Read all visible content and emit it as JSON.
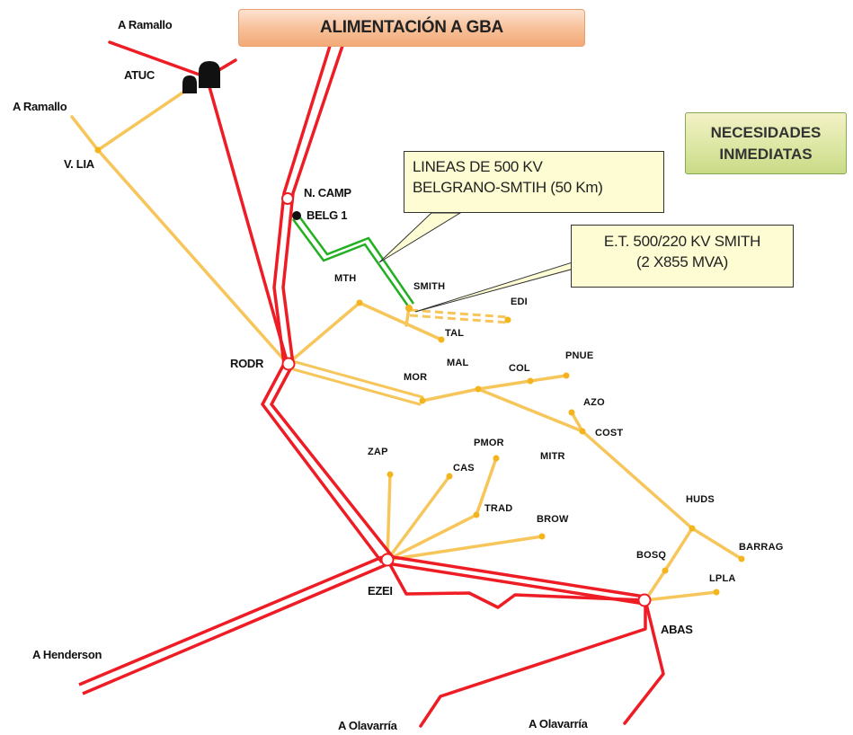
{
  "title": "ALIMENTACIÓN A GBA",
  "needs_box": {
    "line1": "NECESIDADES",
    "line2": "INMEDIATAS"
  },
  "callouts": {
    "lineas": {
      "line1": "LINEAS DE 500 KV",
      "line2": "BELGRANO-SMTIH (50 Km)"
    },
    "et": {
      "line1": "E.T. 500/220 KV SMITH",
      "line2": "(2 X855 MVA)"
    }
  },
  "labels": {
    "a_ramallo_top": "A Ramallo",
    "atuc": "ATUC",
    "a_ramallo_left": "A Ramallo",
    "v_lia": "V. LIA",
    "n_camp": "N. CAMP",
    "belg1": "BELG 1",
    "mth": "MTH",
    "smith": "SMITH",
    "edi": "EDI",
    "tal": "TAL",
    "rodr": "RODR",
    "mor": "MOR",
    "mal": "MAL",
    "col": "COL",
    "pnue": "PNUE",
    "azo": "AZO",
    "cost": "COST",
    "zap": "ZAP",
    "pmor": "PMOR",
    "cas": "CAS",
    "mitr": "MITR",
    "trad": "TRAD",
    "brow": "BROW",
    "huds": "HUDS",
    "bosq": "BOSQ",
    "barrag": "BARRAG",
    "lpla": "LPLA",
    "ezei": "EZEI",
    "abas": "ABAS",
    "a_henderson": "A Henderson",
    "a_olavarria_1": "A Olavarría",
    "a_olavarria_2": "A Olavarría"
  },
  "colors": {
    "line_500kv": "#ee1c24",
    "line_220kv": "#f7c65a",
    "line_new_500kv": "#22b022",
    "node_fill": "#f3b41c",
    "station_ring": "#ee1c24"
  }
}
